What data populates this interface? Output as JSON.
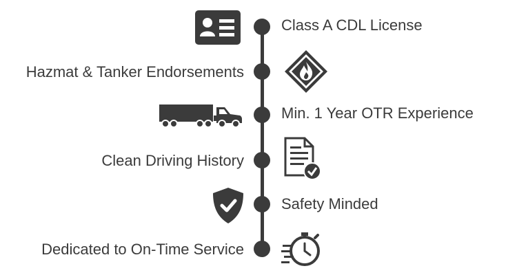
{
  "timeline": {
    "items": [
      {
        "text": "Class A CDL License",
        "side": "right",
        "icon": "id-card-icon"
      },
      {
        "text": "Hazmat & Tanker Endorsements",
        "side": "left",
        "icon": "hazmat-flame-icon"
      },
      {
        "text": "Min. 1 Year OTR Experience",
        "side": "right",
        "icon": "semi-truck-icon"
      },
      {
        "text": "Clean Driving History",
        "side": "left",
        "icon": "document-check-icon"
      },
      {
        "text": "Safety Minded",
        "side": "right",
        "icon": "shield-check-icon"
      },
      {
        "text": "Dedicated to On-Time Service",
        "side": "left",
        "icon": "stopwatch-icon"
      }
    ]
  },
  "colors": {
    "primary": "#3b3b3b",
    "background": "#ffffff"
  }
}
